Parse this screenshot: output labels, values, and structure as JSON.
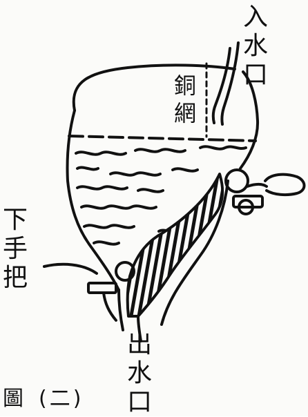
{
  "diagram": {
    "labels": {
      "inlet": "入水口",
      "mesh": "銅網",
      "handle": "下手把",
      "outlet": "出水口",
      "figure_word": "圖",
      "figure_number": "(二)"
    },
    "colors": {
      "ink": "#111111",
      "paper": "#fbfbf9"
    }
  }
}
